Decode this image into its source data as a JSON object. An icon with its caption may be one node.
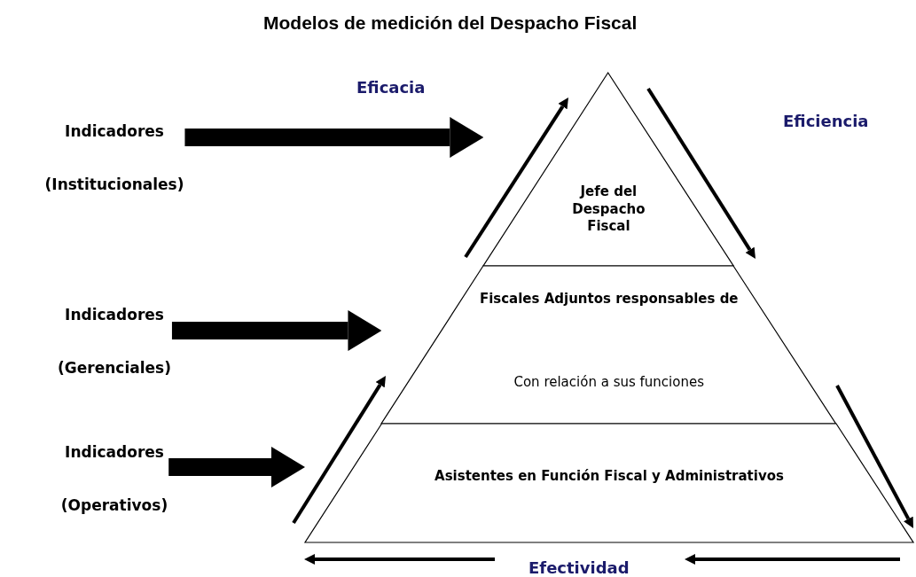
{
  "diagram": {
    "title": "Modelos de medición del Despacho Fiscal",
    "nodes": [
      {
        "text": [
          "Indicadores",
          "(Institucionales)"
        ]
      },
      {
        "text": [
          "Jefe del Despacho Fiscal"
        ]
      },
      {
        "text": [
          "Indicadores",
          "(Gerenciales)"
        ]
      },
      {
        "text": [
          "Fiscales Adjuntos responsables de",
          "Con relación a sus funciones"
        ]
      },
      {
        "text": [
          "Indicadores",
          "(Operativos)"
        ]
      },
      {
        "text": [
          "Asistentes en Función Fiscal y Administrativos"
        ]
      }
    ],
    "edges": [
      {
        "from": 0,
        "to": 1,
        "arrow": "to"
      },
      {
        "from": 2,
        "to": 3,
        "arrow": "to"
      },
      {
        "from": 4,
        "to": 5,
        "arrow": "to"
      }
    ],
    "labels": [
      "Eficacia",
      "Eficiencia",
      "Efectividad"
    ]
  }
}
